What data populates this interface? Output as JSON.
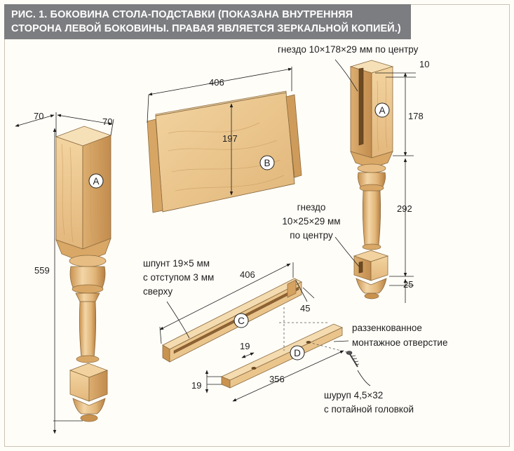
{
  "title": {
    "line1": "РИС. 1. БОКОВИНА СТОЛА-ПОДСТАВКИ (ПОКАЗАНА ВНУТРЕННЯЯ",
    "line2": "СТОРОНА ЛЕВОЙ БОКОВИНЫ. ПРАВАЯ ЯВЛЯЕТСЯ ЗЕРКАЛЬНОЙ КОПИЕЙ.)"
  },
  "parts": {
    "a_left": "A",
    "a_right": "A",
    "b": "B",
    "c": "C",
    "d": "D"
  },
  "dimensions": {
    "leg_width_1": "70",
    "leg_width_2": "70",
    "leg_height": "559",
    "panel_length": "406",
    "panel_height": "197",
    "mortise_offset": "10",
    "mortise_top_length": "178",
    "mortise_gap": "292",
    "mortise_bottom_length": "25",
    "rail_length": "406",
    "rail_height": "45",
    "cleat_width": "19",
    "cleat_height": "19",
    "cleat_length": "356"
  },
  "labels": {
    "top_mortise": "гнездо 10×178×29 мм по центру",
    "bottom_mortise": [
      "гнездо",
      "10×25×29 мм",
      "по центру"
    ],
    "groove": [
      "шпунт 19×5 мм",
      "с отступом 3 мм",
      "сверху"
    ],
    "mounting_hole": [
      "раззенкованное",
      "монтажное отверстие"
    ],
    "screw": [
      "шуруп 4,5×32",
      "с потайной головкой"
    ]
  },
  "colors": {
    "wood_light": "#f0cf9a",
    "wood_mid": "#dcae6f",
    "wood_dark": "#bf8a4c",
    "title_bg": "#7c7d80",
    "ink": "#1e1e1e",
    "badge_fill": "#ffffff"
  }
}
